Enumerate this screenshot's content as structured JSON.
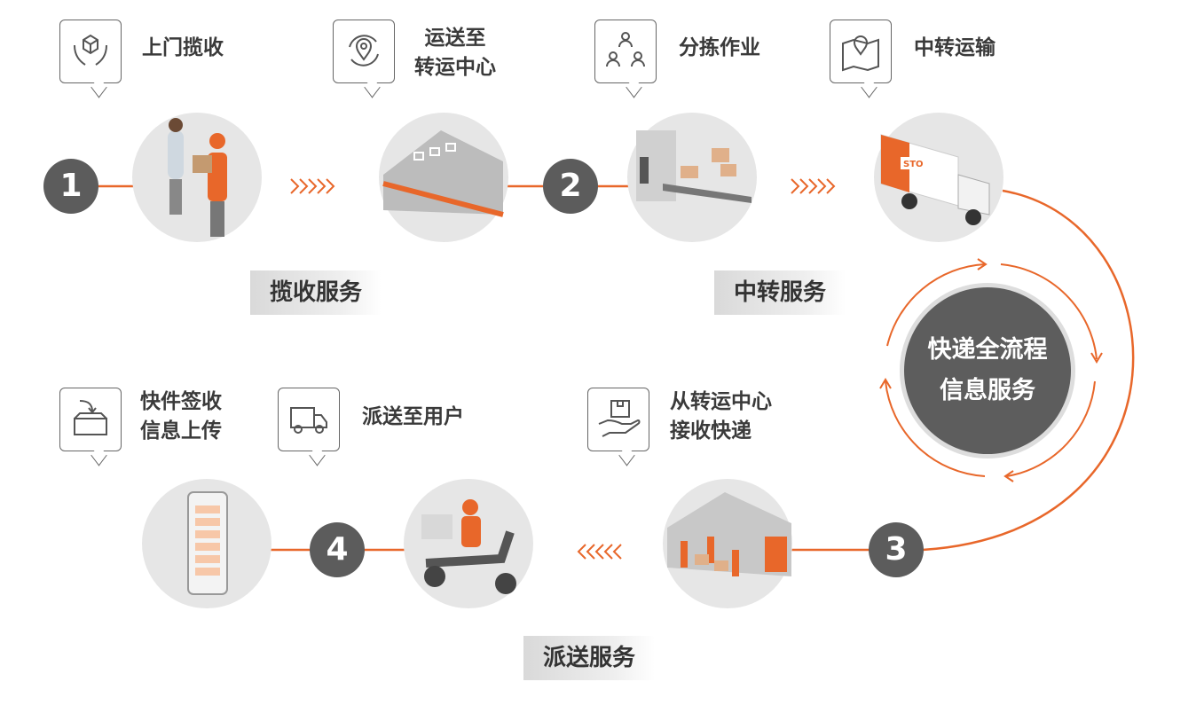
{
  "steps": [
    {
      "icon": "hands-box-icon",
      "lines": [
        "上门揽收"
      ]
    },
    {
      "icon": "location-cycle-icon",
      "lines": [
        "运送至",
        "转运中心"
      ]
    },
    {
      "icon": "people-sorting-icon",
      "lines": [
        "分拣作业"
      ]
    },
    {
      "icon": "map-pin-icon",
      "lines": [
        "中转运输"
      ]
    },
    {
      "icon": "parcel-sign-icon",
      "lines": [
        "快件签收",
        "信息上传"
      ]
    },
    {
      "icon": "delivery-truck-icon",
      "lines": [
        "派送至用户"
      ]
    },
    {
      "icon": "hand-package-icon",
      "lines": [
        "从转运中心",
        "接收快递"
      ]
    }
  ],
  "numbers": [
    "1",
    "2",
    "3",
    "4"
  ],
  "services": {
    "pickup": "揽收服务",
    "transit": "中转服务",
    "delivery": "派送服务"
  },
  "center": {
    "lines": [
      "快递全流程",
      "信息服务"
    ]
  },
  "truck_logo": "STO",
  "colors": {
    "accent": "#e8672a",
    "dark": "#5c5c5c",
    "light": "#e6e6e6"
  }
}
